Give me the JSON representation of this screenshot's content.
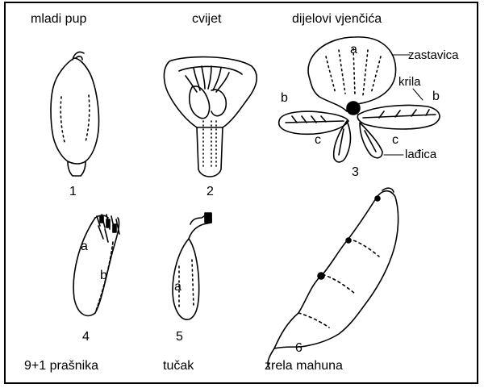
{
  "headings": {
    "young_bud": "mladi pup",
    "flower": "cvijet",
    "corolla_parts": "dijelovi vjenčića"
  },
  "numbers": [
    "1",
    "2",
    "3",
    "4",
    "5",
    "6"
  ],
  "corolla_labels": {
    "a": "a",
    "b_left": "b",
    "b_right": "b",
    "c_left": "c",
    "c_right": "c",
    "standard": "zastavica",
    "wings": "krila",
    "keel": "lađica"
  },
  "stamen_labels": {
    "a": "a",
    "b": "b"
  },
  "pistil_labels": {
    "a": "a"
  },
  "captions": {
    "stamens": "9+1 prašnika",
    "pistil": "tučak",
    "pod": "zrela mahuna"
  }
}
